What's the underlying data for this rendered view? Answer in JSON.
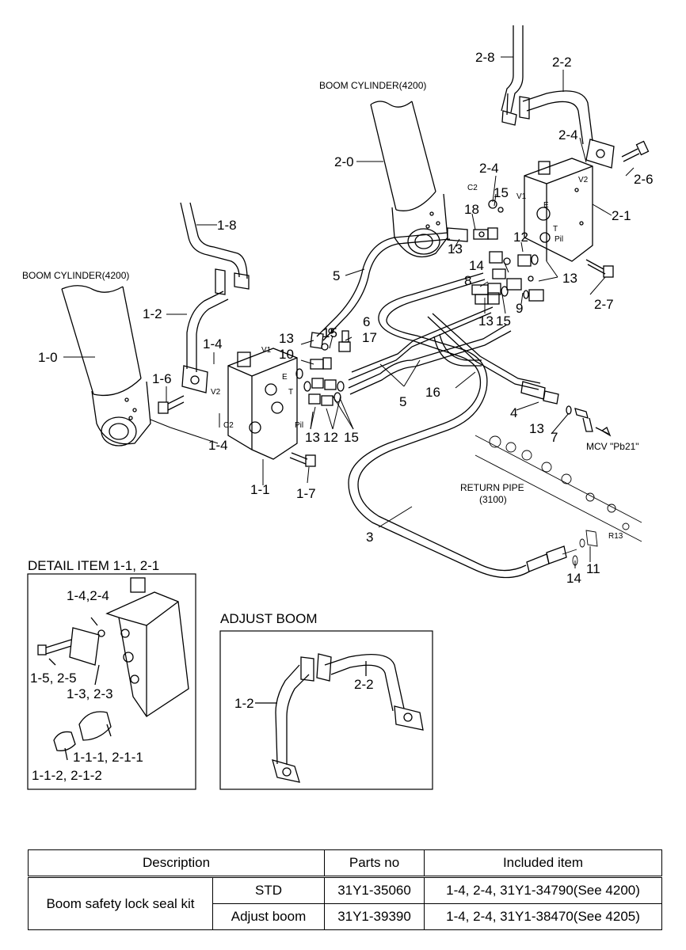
{
  "labels": {
    "boom_cylinder_right": "BOOM CYLINDER(4200)",
    "boom_cylinder_left": "BOOM CYLINDER(4200)",
    "p2_8": "2-8",
    "p2_2": "2-2",
    "p2_0": "2-0",
    "p2_4a": "2-4",
    "p2_4b": "2-4",
    "p2_6": "2-6",
    "p2_1": "2-1",
    "p2_7": "2-7",
    "p1_8": "1-8",
    "p1_2": "1-2",
    "p1_0": "1-0",
    "p1_4a": "1-4",
    "p1_6": "1-6",
    "p1_4b": "1-4",
    "p1_1": "1-1",
    "p1_7": "1-7",
    "p3": "3",
    "p4": "4",
    "p5a": "5",
    "p5b": "5",
    "p6": "6",
    "p7": "7",
    "p8": "8",
    "p9": "9",
    "p10": "10",
    "p11": "11",
    "p12a": "12",
    "p12b": "12",
    "p13a": "13",
    "p13b": "13",
    "p13c": "13",
    "p13d": "13",
    "p13e": "13",
    "p13f": "13",
    "p14a": "14",
    "p14b": "14",
    "p15a": "15",
    "p15b": "15",
    "p15c": "15",
    "p15d": "15",
    "p16": "16",
    "p17": "17",
    "p18": "18",
    "mcv": "MCV \"Pb21\"",
    "return_pipe_1": "RETURN PIPE",
    "return_pipe_2": "(3100)",
    "port_v1a": "V1",
    "port_v2a": "V2",
    "port_c2a": "C2",
    "port_ea": "E",
    "port_ta": "T",
    "port_pila": "Pil",
    "port_v1b": "V1",
    "port_v2b": "V2",
    "port_c2b": "C2",
    "port_eb": "E",
    "port_tb": "T",
    "port_pilb": "Pil",
    "port_r13": "R13"
  },
  "detail": {
    "title": "DETAIL ITEM 1-1, 2-1",
    "l_14_24": "1-4,2-4",
    "l_15_25": "1-5, 2-5",
    "l_13_23": "1-3, 2-3",
    "l_111_211": "1-1-1, 2-1-1",
    "l_112_212": "1-1-2, 2-1-2"
  },
  "adjust": {
    "title": "ADJUST BOOM",
    "l_12": "1-2",
    "l_22": "2-2"
  },
  "table": {
    "headers": [
      "Description",
      "Parts no",
      "Included item"
    ],
    "description": "Boom safety lock seal kit",
    "rows": [
      {
        "variant": "STD",
        "parts_no": "31Y1-35060",
        "included": "1-4, 2-4, 31Y1-34790(See 4200)"
      },
      {
        "variant": "Adjust boom",
        "parts_no": "31Y1-39390",
        "included": "1-4, 2-4, 31Y1-38470(See 4205)"
      }
    ]
  }
}
